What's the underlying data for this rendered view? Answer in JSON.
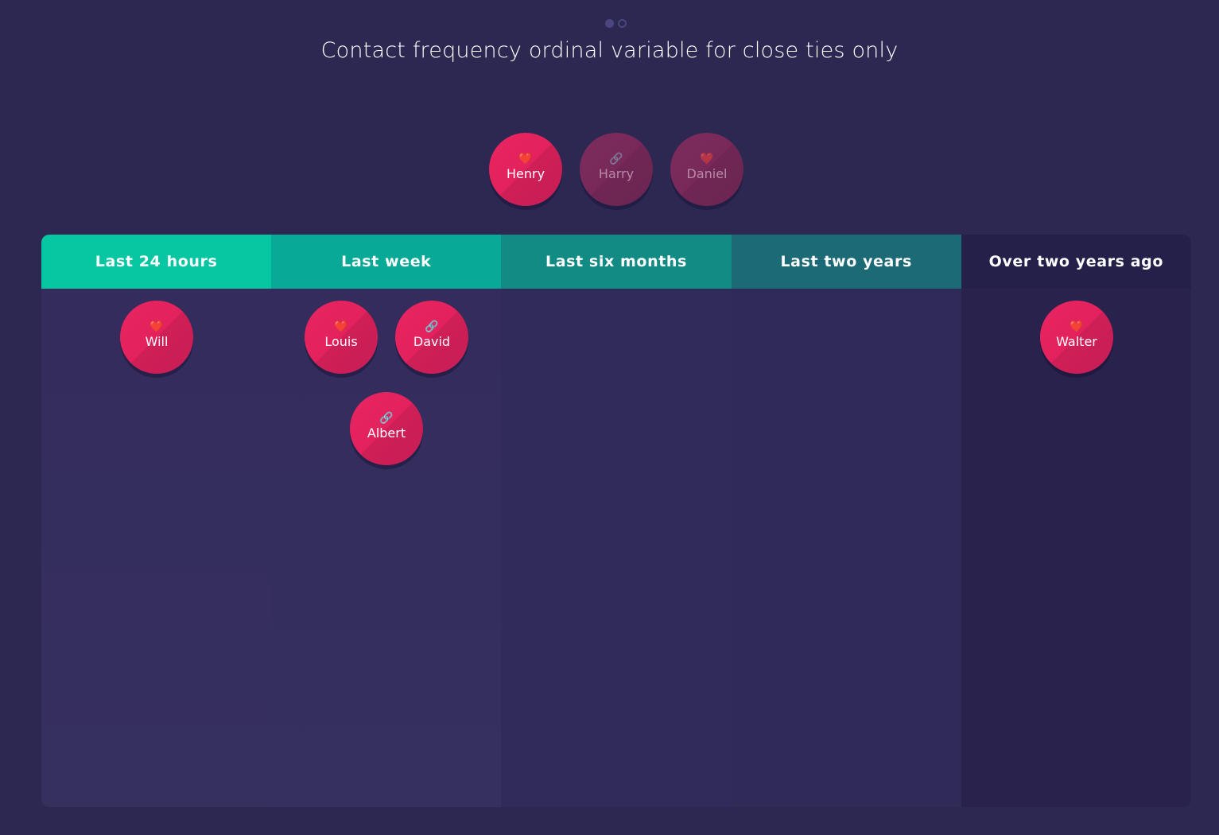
{
  "pager": {
    "pages": 2,
    "active_index": 0
  },
  "prompt": {
    "title": "Contact frequency ordinal variable for close ties only"
  },
  "unplaced_nodes": [
    {
      "name": "Henry",
      "icon": "heart-icon",
      "dimmed": false
    },
    {
      "name": "Harry",
      "icon": "link-icon",
      "dimmed": true
    },
    {
      "name": "Daniel",
      "icon": "heart-icon",
      "dimmed": true
    }
  ],
  "bins": [
    {
      "label": "Last 24 hours",
      "header_color": "#06c7a2",
      "nodes": [
        {
          "name": "Will",
          "icon": "heart-icon"
        }
      ]
    },
    {
      "label": "Last week",
      "header_color": "#08a996",
      "nodes": [
        {
          "name": "Louis",
          "icon": "heart-icon"
        },
        {
          "name": "David",
          "icon": "link-icon"
        },
        {
          "name": "Albert",
          "icon": "link-icon"
        }
      ]
    },
    {
      "label": "Last six months",
      "header_color": "#138b85",
      "nodes": []
    },
    {
      "label": "Last two years",
      "header_color": "#1d6a77",
      "nodes": []
    },
    {
      "label": "Over two years ago",
      "header_color": "#25204a",
      "nodes": [
        {
          "name": "Walter",
          "icon": "heart-icon"
        }
      ]
    }
  ],
  "icons": {
    "heart-icon": "❤️",
    "link-icon": "🔗"
  }
}
